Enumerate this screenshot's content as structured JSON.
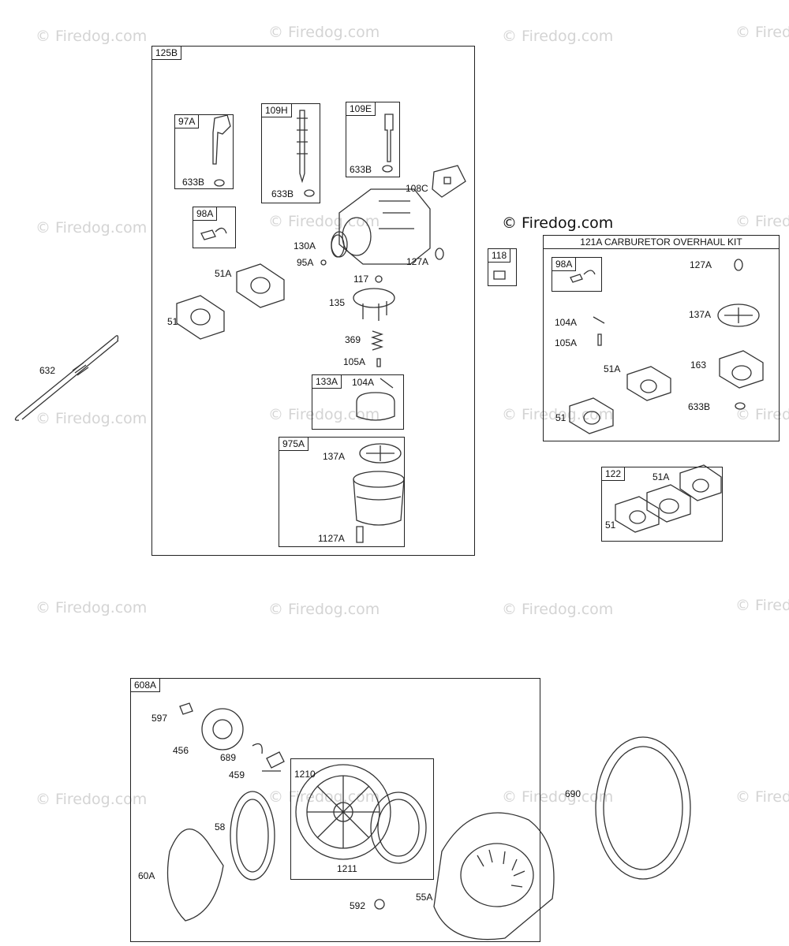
{
  "watermark": "© Firedog.com",
  "watermark_center": "© Firedog.com",
  "groups": {
    "g125B": "125B",
    "g97A": "97A",
    "g109H": "109H",
    "g109E": "109E",
    "g98A": "98A",
    "g133A": "133A",
    "g975A": "975A",
    "g118": "118",
    "g121A": "121A CARBURETOR OVERHAUL KIT",
    "g98A_kit": "98A",
    "g122": "122",
    "g608A": "608A"
  },
  "parts": {
    "p633B_a": "633B",
    "p633B_b": "633B",
    "p633B_c": "633B",
    "p108C": "108C",
    "p130A": "130A",
    "p95A": "95A",
    "p127A": "127A",
    "p51A": "51A",
    "p51": "51",
    "p117": "117",
    "p135": "135",
    "p369": "369",
    "p105A": "105A",
    "p104A": "104A",
    "p137A": "137A",
    "p1127A": "1127A",
    "p632": "632",
    "k127A": "127A",
    "k137A": "137A",
    "k104A": "104A",
    "k105A": "105A",
    "k51A": "51A",
    "k163": "163",
    "k51": "51",
    "k633B": "633B",
    "r51A": "51A",
    "r51": "51",
    "s597": "597",
    "s456": "456",
    "s689": "689",
    "s459": "459",
    "s1210": "1210",
    "s58": "58",
    "s60A": "60A",
    "s1211": "1211",
    "s592": "592",
    "s55A": "55A",
    "s690": "690"
  }
}
